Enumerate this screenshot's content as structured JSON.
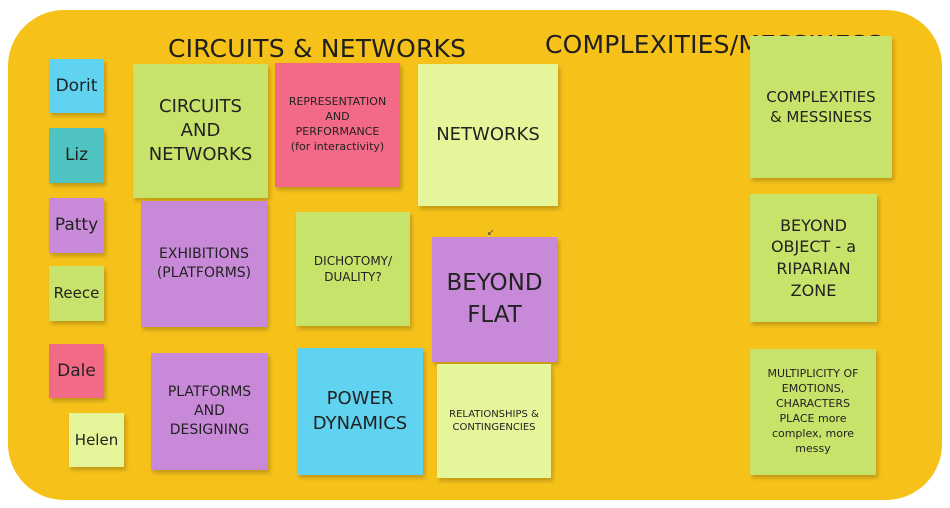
{
  "board": {
    "heading_left": "CIRCUITS & NETWORKS",
    "heading_right": "COMPLEXITIES/MESSINESS",
    "background": "#f6c21a"
  },
  "names": [
    {
      "label": "Dorit",
      "color": "#5fd3f0"
    },
    {
      "label": "Liz",
      "color": "#4fc3c1"
    },
    {
      "label": "Patty",
      "color": "#c98bd9"
    },
    {
      "label": "Reece",
      "color": "#c7e36b"
    },
    {
      "label": "Dale",
      "color": "#f26a86"
    },
    {
      "label": "Helen",
      "color": "#e4f59a"
    }
  ],
  "notes": {
    "circuits_networks": {
      "text": "CIRCUITS\nAND\nNETWORKS",
      "color": "#c8e36a"
    },
    "representation": {
      "text": "REPRESENTATION\nAND\nPERFORMANCE\n(for interactivity)",
      "color": "#f26a86"
    },
    "networks": {
      "text": "NETWORKS",
      "color": "#e4f59a"
    },
    "exhibitions": {
      "text": "EXHIBITIONS\n(PLATFORMS)",
      "color": "#c88ad8"
    },
    "dichotomy": {
      "text": "DICHOTOMY/\nDUALITY?",
      "color": "#c8e36a"
    },
    "beyond_flat": {
      "text": "BEYOND\nFLAT",
      "color": "#c88ad8"
    },
    "platforms_designing": {
      "text": "PLATFORMS\nAND\nDESIGNING",
      "color": "#c88ad8"
    },
    "power_dynamics": {
      "text": "POWER\nDYNAMICS",
      "color": "#5fd3f0"
    },
    "relationships": {
      "text": "RELATIONSHIPS &\nCONTINGENCIES",
      "color": "#e4f59a"
    },
    "complexities": {
      "text": "COMPLEXITIES\n& MESSINESS",
      "color": "#c8e36a"
    },
    "beyond_object": {
      "text": "BEYOND\nOBJECT - a\nRIPARIAN\nZONE",
      "color": "#c8e36a"
    },
    "multiplicity": {
      "text": "MULTIPLICITY OF\nEMOTIONS,\nCHARACTERS\nPLACE more\ncomplex, more\nmessy",
      "color": "#c8e36a"
    }
  }
}
